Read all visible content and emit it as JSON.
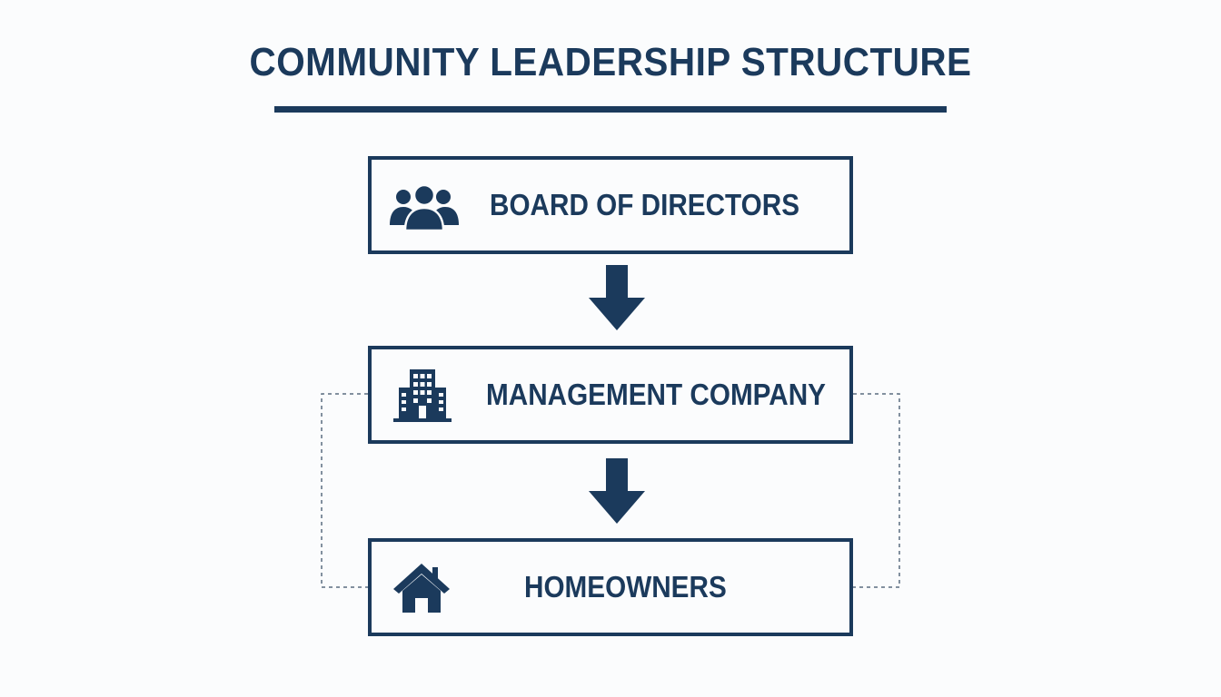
{
  "title": "COMMUNITY LEADERSHIP STRUCTURE",
  "nodes": [
    {
      "label": "BOARD OF DIRECTORS",
      "icon": "people-group-icon"
    },
    {
      "label": "MANAGEMENT COMPANY",
      "icon": "building-icon"
    },
    {
      "label": "HOMEOWNERS",
      "icon": "house-icon"
    }
  ],
  "colors": {
    "primary": "#1b3a5c",
    "background": "#fbfcfd",
    "dashed": "#5a6c80"
  }
}
